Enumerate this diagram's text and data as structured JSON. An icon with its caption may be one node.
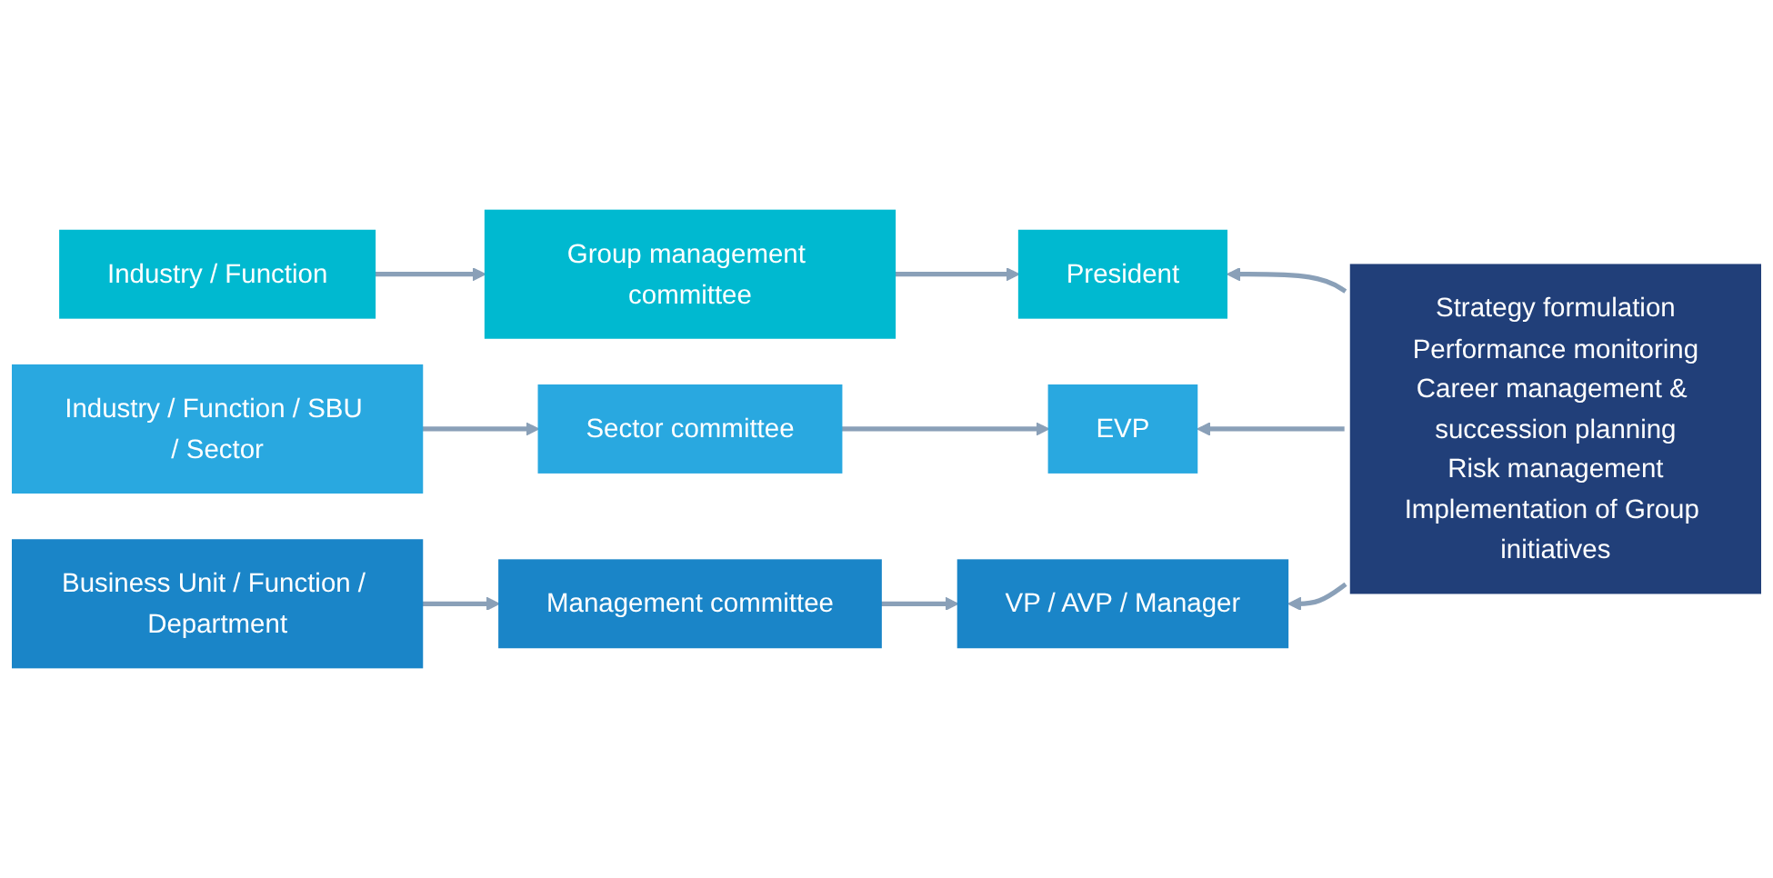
{
  "diagram": {
    "nodes": [
      {
        "text": [
          "Industry / Function"
        ]
      },
      {
        "text": [
          "Group management committee"
        ]
      },
      {
        "text": [
          "President"
        ]
      },
      {
        "text": [
          "Industry / Function / SBU / Sector"
        ]
      },
      {
        "text": [
          "Sector committee"
        ]
      },
      {
        "text": [
          "EVP"
        ]
      },
      {
        "text": [
          "Business Unit / Function / Department"
        ]
      },
      {
        "text": [
          "Management committee"
        ]
      },
      {
        "text": [
          "VP / AVP / Manager"
        ]
      },
      {
        "text": [
          "Strategy formulation",
          "Performance monitoring",
          "Career management & succession planning",
          "Risk management",
          "Implementation of Group initiatives"
        ]
      }
    ],
    "edges": [
      {
        "from": 0,
        "to": 1,
        "arrow": "to"
      },
      {
        "from": 1,
        "to": 2,
        "arrow": "to"
      },
      {
        "from": 3,
        "to": 4,
        "arrow": "to"
      },
      {
        "from": 4,
        "to": 5,
        "arrow": "to"
      },
      {
        "from": 6,
        "to": 7,
        "arrow": "to"
      },
      {
        "from": 7,
        "to": 8,
        "arrow": "to"
      },
      {
        "from": 9,
        "to": 2,
        "arrow": "to"
      },
      {
        "from": 9,
        "to": 5,
        "arrow": "to"
      },
      {
        "from": 9,
        "to": 8,
        "arrow": "to"
      }
    ]
  }
}
